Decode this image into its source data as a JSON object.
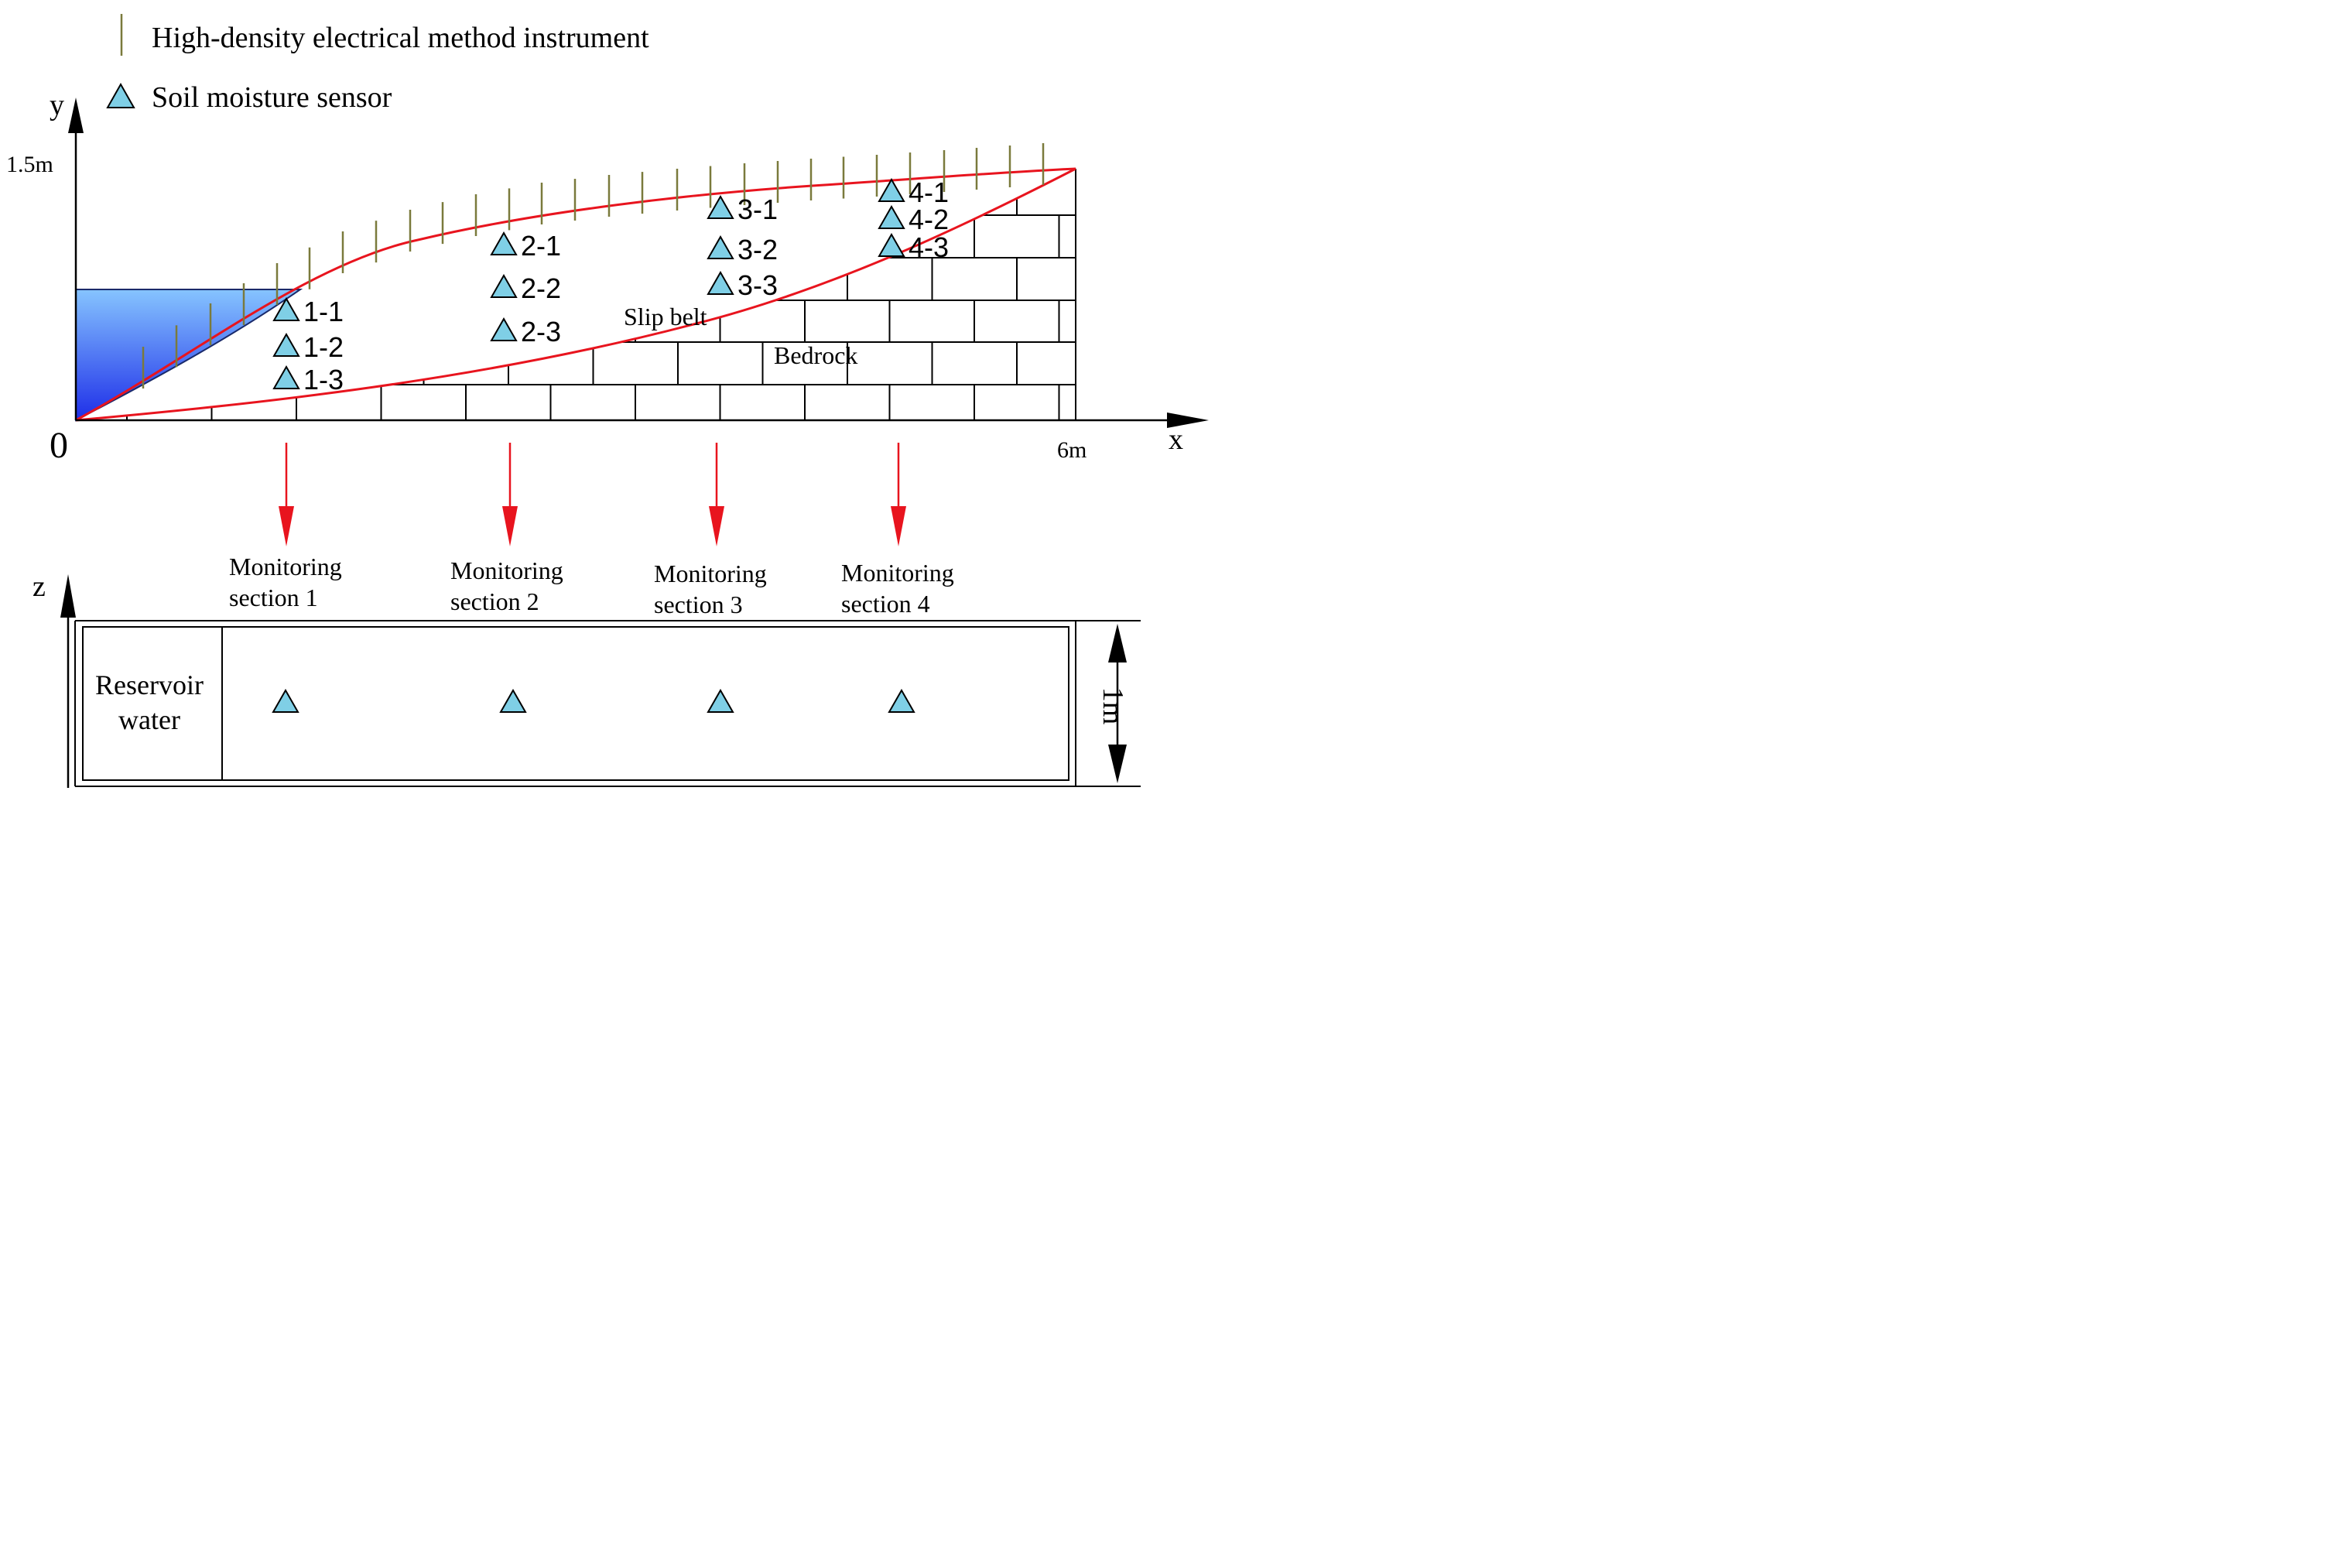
{
  "legend": {
    "instrument": "High-density electrical method instrument",
    "sensor": "Soil moisture sensor"
  },
  "axes": {
    "y_name": "y",
    "x_name": "x",
    "z_name": "z",
    "y_max_label": "1.5m",
    "x_max_label": "6m",
    "origin_label": "0"
  },
  "regions": {
    "slip_belt": "Slip belt",
    "bedrock": "Bedrock"
  },
  "sensors": [
    {
      "id": "1-1"
    },
    {
      "id": "1-2"
    },
    {
      "id": "1-3"
    },
    {
      "id": "2-1"
    },
    {
      "id": "2-2"
    },
    {
      "id": "2-3"
    },
    {
      "id": "3-1"
    },
    {
      "id": "3-2"
    },
    {
      "id": "3-3"
    },
    {
      "id": "4-1"
    },
    {
      "id": "4-2"
    },
    {
      "id": "4-3"
    }
  ],
  "sections": [
    {
      "line1": "Monitoring",
      "line2": "section 1"
    },
    {
      "line1": "Monitoring",
      "line2": "section 2"
    },
    {
      "line1": "Monitoring",
      "line2": "section 3"
    },
    {
      "line1": "Monitoring",
      "line2": "section 4"
    }
  ],
  "plan_view": {
    "reservoir_line1": "Reservoir",
    "reservoir_line2": "water",
    "width_label": "1m"
  },
  "colors": {
    "slope_line": "#e8141e",
    "instrument": "#7a7a3c",
    "sensor_fill": "#7fcfe6",
    "water_light": "#80c0ff",
    "water_dark": "#1a2ee0",
    "brick_line": "#000000"
  }
}
